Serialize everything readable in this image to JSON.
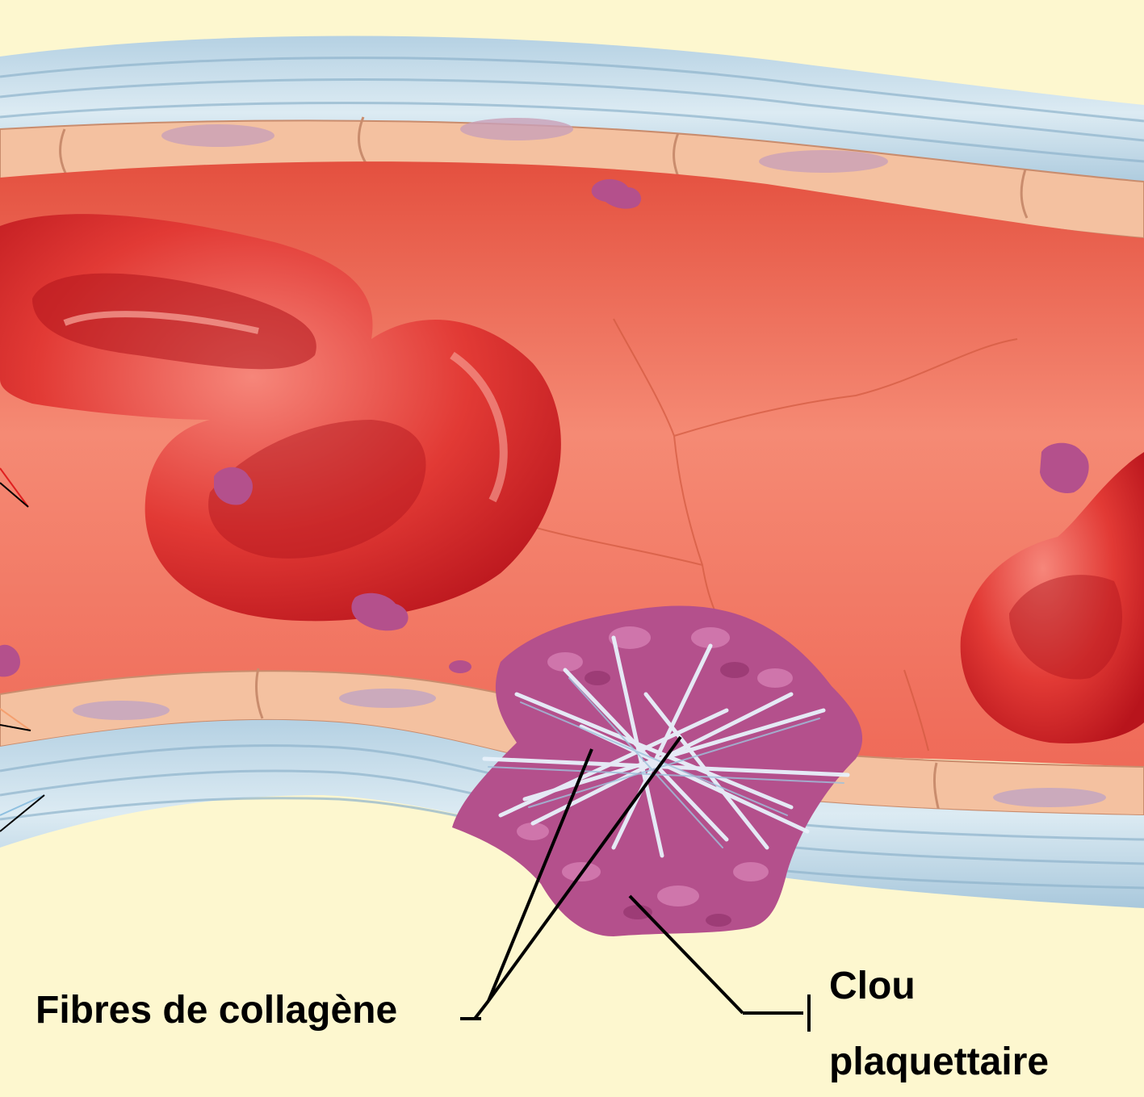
{
  "labels": {
    "fibres": "Fibres de collagène",
    "clou_line1": "Clou",
    "clou_line2": "plaquettaire"
  },
  "colors": {
    "background": "#fdf7cf",
    "wall_outer": "#c6dbe8",
    "wall_stripe": "#9fc0d6",
    "endothelium": "#f6c7a8",
    "lumen": "#f0705e",
    "lumen_deep": "#e4503f",
    "red_cell": "#d8232a",
    "red_cell_light": "#f26a5e",
    "platelet": "#b4508c",
    "platelet_light": "#d67fb3",
    "fiber": "#e8f2fb",
    "leader": "#000000"
  },
  "icons": {
    "cut_arrows": "pointer-arrow-stubs"
  }
}
